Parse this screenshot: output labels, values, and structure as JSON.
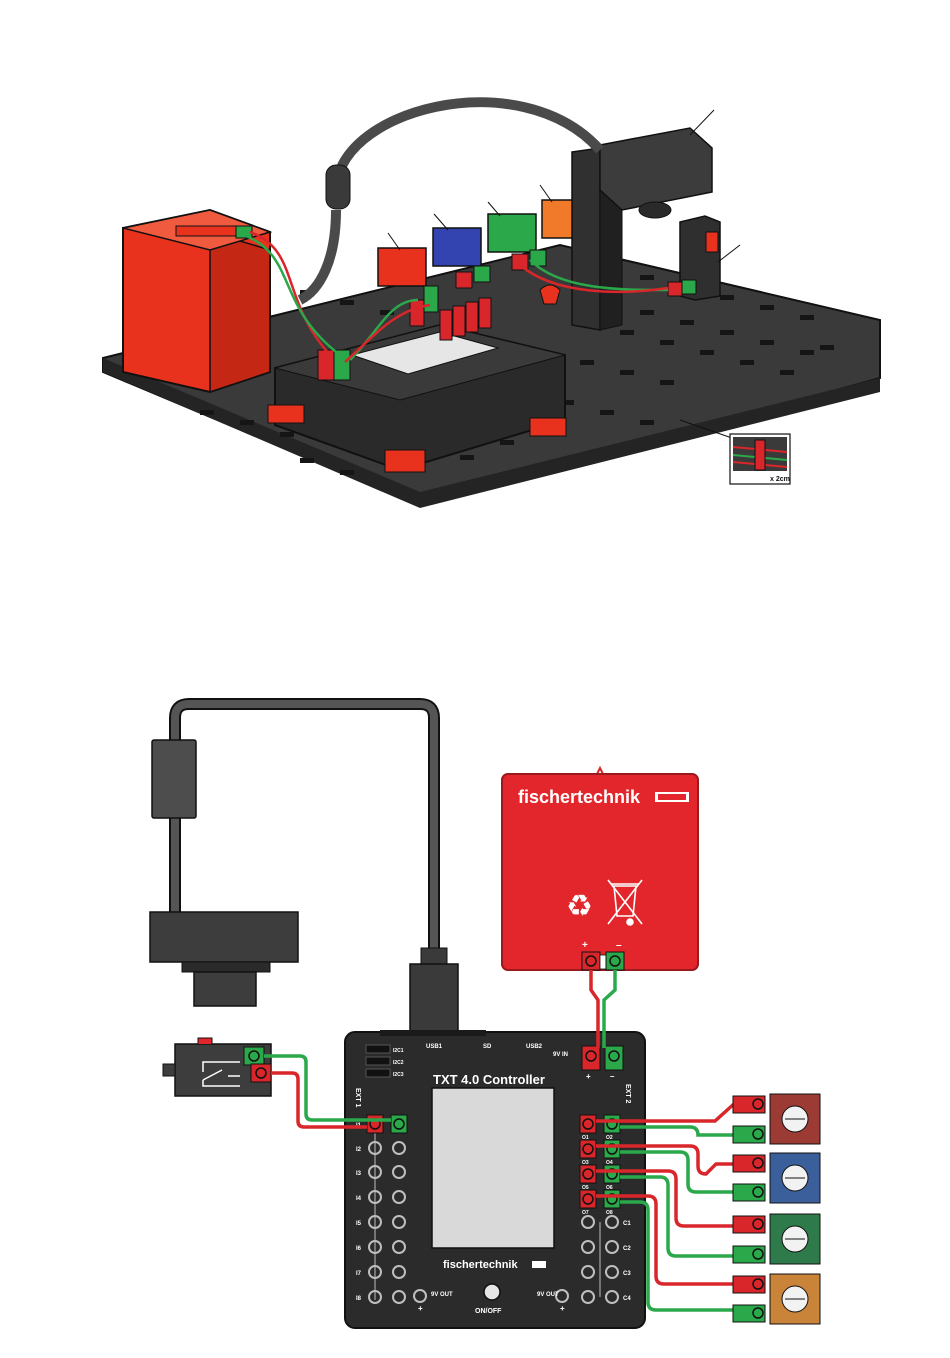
{
  "battery": {
    "brand": "fischertechnik",
    "plus": "+",
    "minus": "–",
    "recycle_symbol": "♻"
  },
  "controller": {
    "title": "TXT 4.0 Controller",
    "brand": "fischertechnik",
    "usb1": "USB1",
    "sd": "SD",
    "usb2": "USB2",
    "ext1": "EXT 1",
    "ext2": "EXT 2",
    "power_in": "9V IN",
    "power_out_left": "9V OUT",
    "power_out_right": "9V OUT",
    "on_off": "ON/OFF",
    "plus_sign": "+",
    "minus_sign": "–",
    "i2c_labels": [
      "I2C1",
      "I2C2",
      "I2C3"
    ],
    "inputs": [
      "I1",
      "I2",
      "I3",
      "I4",
      "I5",
      "I6",
      "I7",
      "I8"
    ],
    "outputs_left": [
      "O1",
      "O3",
      "O5",
      "O7"
    ],
    "outputs_right": [
      "O2",
      "O4",
      "O6",
      "O8"
    ],
    "counters": [
      "C1",
      "C2",
      "C3",
      "C4"
    ]
  },
  "detail_inset": {
    "caption": "x 2cm"
  },
  "colors": {
    "ft_red": "#e8321e",
    "battery_red": "#e3262b",
    "wire_red": "#d9262b",
    "wire_green": "#2aa84a",
    "controller_dark": "#2b2b2b",
    "module_red": "#9c3a34",
    "module_blue": "#3b5f9a",
    "module_green": "#2e7a4a",
    "module_orange": "#c9843a"
  },
  "icons": [
    "camera-icon",
    "switch-icon",
    "lamp-icon",
    "battery-icon",
    "recycle-icon",
    "bin-crossed-icon"
  ]
}
